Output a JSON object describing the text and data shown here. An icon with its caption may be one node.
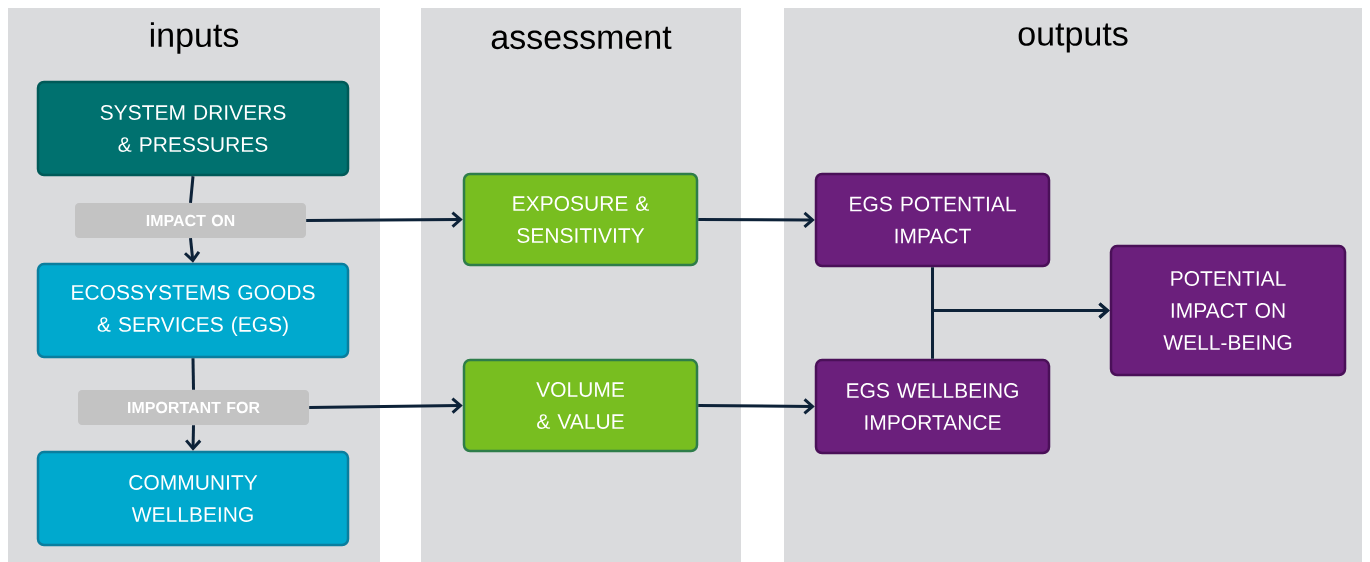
{
  "diagram": {
    "nodes": [
      {
        "text": [
          "inputs"
        ]
      },
      {
        "text": [
          "assessment"
        ]
      },
      {
        "text": [
          "outputs"
        ]
      },
      {
        "text": [
          "SYSTEM DRIVERS & PRESSURES"
        ],
        "in": 0
      },
      {
        "text": [
          "IMPACT ON"
        ],
        "in": 0
      },
      {
        "text": [
          "ECOSSYSTEMS GOODS & SERVICES (EGS)"
        ],
        "in": 0
      },
      {
        "text": [
          "IMPORTANT FOR"
        ],
        "in": 0
      },
      {
        "text": [
          "COMMUNITY WELLBEING"
        ],
        "in": 0
      },
      {
        "text": [
          "EXPOSURE & SENSITIVITY"
        ],
        "in": 1
      },
      {
        "text": [
          "VOLUME & VALUE"
        ],
        "in": 1
      },
      {
        "text": [
          "EGS POTENTIAL IMPACT"
        ],
        "in": 2
      },
      {
        "text": [
          "EGS WELLBEING IMPORTANCE"
        ],
        "in": 2
      },
      {
        "text": [
          "POTENTIAL IMPACT ON WELL-BEING"
        ],
        "in": 2
      }
    ],
    "edges": [
      {
        "from": 3,
        "to": 4,
        "arrow": "none"
      },
      {
        "from": 4,
        "to": 5,
        "arrow": "to"
      },
      {
        "from": 4,
        "to": 8,
        "arrow": "to"
      },
      {
        "from": 5,
        "to": 6,
        "arrow": "none"
      },
      {
        "from": 6,
        "to": 7,
        "arrow": "to"
      },
      {
        "from": 6,
        "to": 9,
        "arrow": "to"
      },
      {
        "from": 8,
        "to": 10,
        "arrow": "to"
      },
      {
        "from": 9,
        "to": 11,
        "arrow": "to"
      },
      {
        "from": 10,
        "to": 12,
        "arrow": "to"
      },
      {
        "from": 11,
        "to": 12,
        "arrow": "to"
      }
    ]
  }
}
